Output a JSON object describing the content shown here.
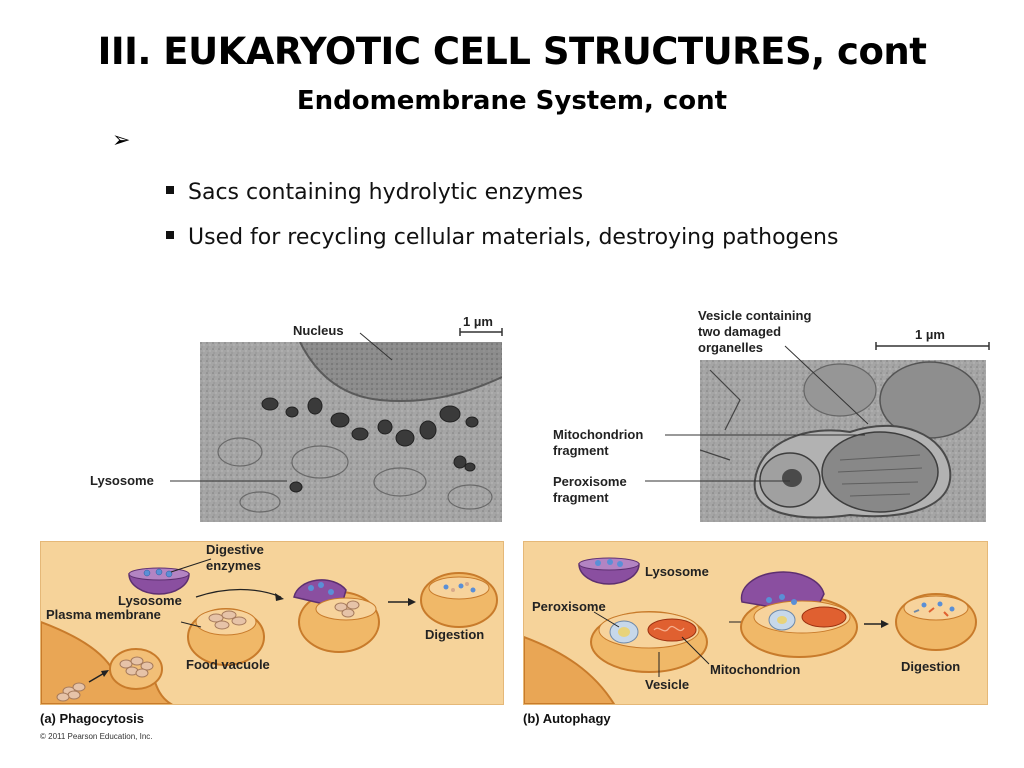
{
  "slide": {
    "title": "III.  EUKARYOTIC CELL STRUCTURES, cont",
    "subtitle": "Endomembrane System, cont",
    "bullets": [
      "Sacs containing hydrolytic enzymes",
      "Used for recycling cellular materials, destroying pathogens"
    ]
  },
  "micrograph_left": {
    "scale_label": "1 µm",
    "labels": {
      "nucleus": "Nucleus",
      "lysosome": "Lysosome"
    }
  },
  "micrograph_right": {
    "scale_label": "1 µm",
    "labels": {
      "vesicle_line1": "Vesicle containing",
      "vesicle_line2": "two damaged",
      "vesicle_line3": "organelles",
      "mito_line1": "Mitochondrion",
      "mito_line2": "fragment",
      "perox_line1": "Peroxisome",
      "perox_line2": "fragment"
    }
  },
  "diagram_a": {
    "labels": {
      "digestive_line1": "Digestive",
      "digestive_line2": "enzymes",
      "lysosome": "Lysosome",
      "plasma_membrane": "Plasma membrane",
      "food_vacuole": "Food vacuole",
      "digestion": "Digestion"
    },
    "caption": "(a) Phagocytosis"
  },
  "diagram_b": {
    "labels": {
      "lysosome": "Lysosome",
      "peroxisome": "Peroxisome",
      "mitochondrion": "Mitochondrion",
      "vesicle": "Vesicle",
      "digestion": "Digestion"
    },
    "caption": "(b) Autophagy"
  },
  "copyright": "© 2011 Pearson Education, Inc.",
  "colors": {
    "panel_bg": "#f6d39a",
    "lysosome_purple": "#8a4fa0",
    "vacuole_orange": "#e8a04a",
    "micrograph_gray": "#9a9a9a"
  }
}
